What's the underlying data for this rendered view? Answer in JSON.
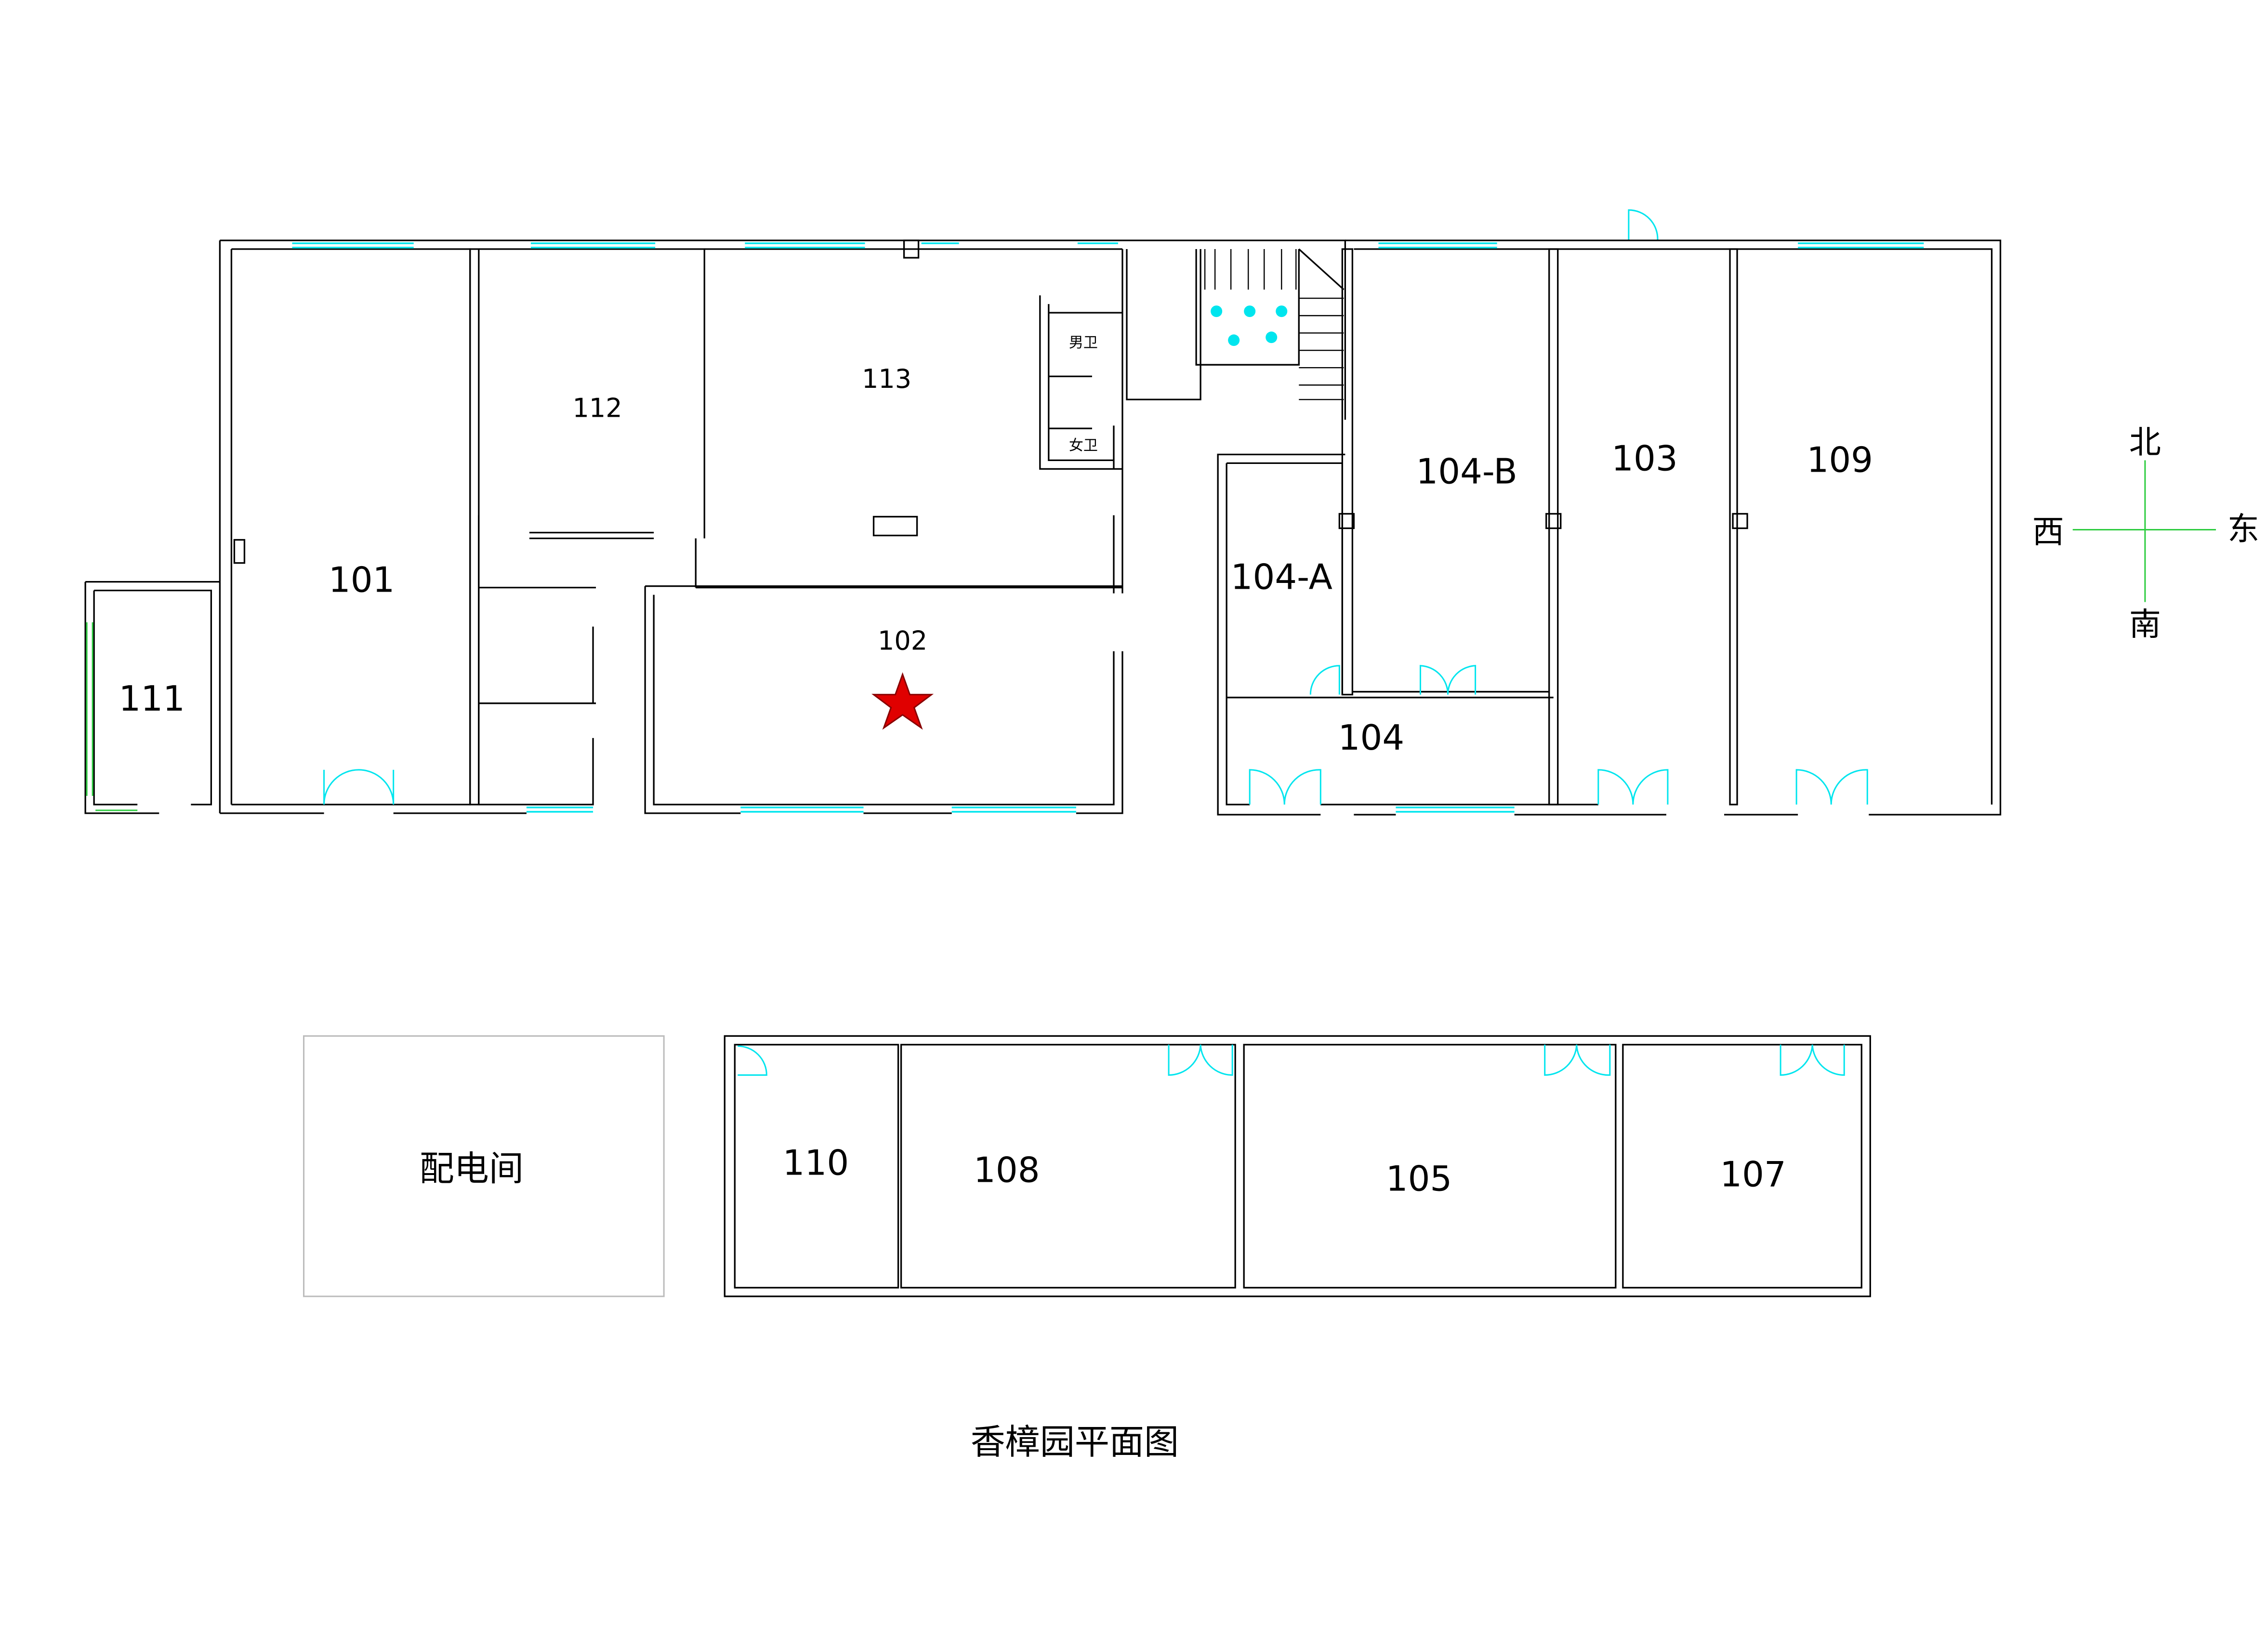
{
  "title": "香樟园平面图",
  "rooms": {
    "r101": "101",
    "r102": "102",
    "r103": "103",
    "r104": "104",
    "r104a": "104-A",
    "r104b": "104-B",
    "r105": "105",
    "r107": "107",
    "r108": "108",
    "r109": "109",
    "r110": "110",
    "r111": "111",
    "r112": "112",
    "r113": "113",
    "mens_wc": "男卫",
    "womens_wc": "女卫",
    "power_room": "配电间"
  },
  "compass": {
    "north": "北",
    "south": "南",
    "east": "东",
    "west": "西"
  },
  "marker": {
    "icon": "star-icon",
    "color": "#e00000",
    "room": "102"
  },
  "colors": {
    "window": "#00e5ee",
    "compass": "#2ecc40",
    "marker": "#e00000"
  }
}
